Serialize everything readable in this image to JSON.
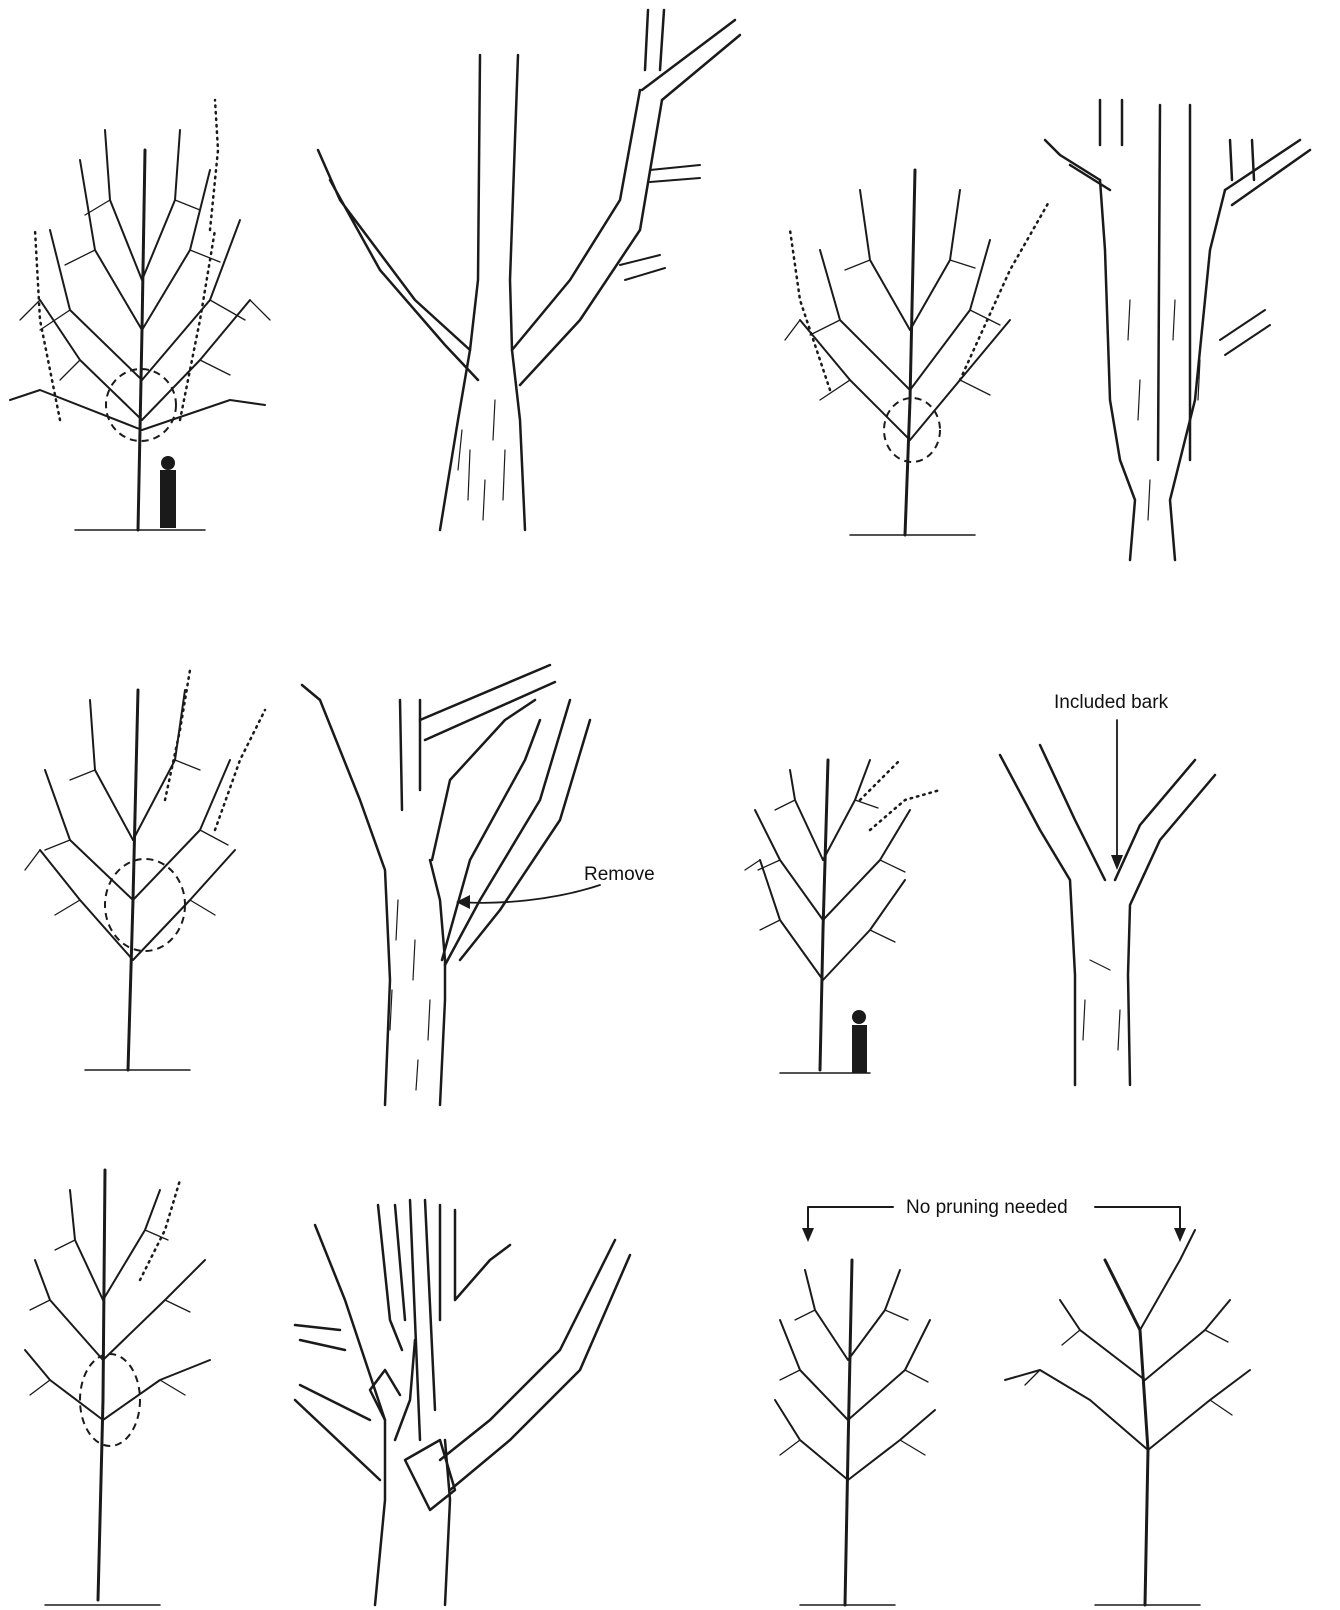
{
  "labels": {
    "remove": "Remove",
    "included_bark": "Included bark",
    "no_pruning_needed": "No pruning needed"
  },
  "colors": {
    "ink": "#1a1a1a",
    "paper": "#ffffff"
  }
}
